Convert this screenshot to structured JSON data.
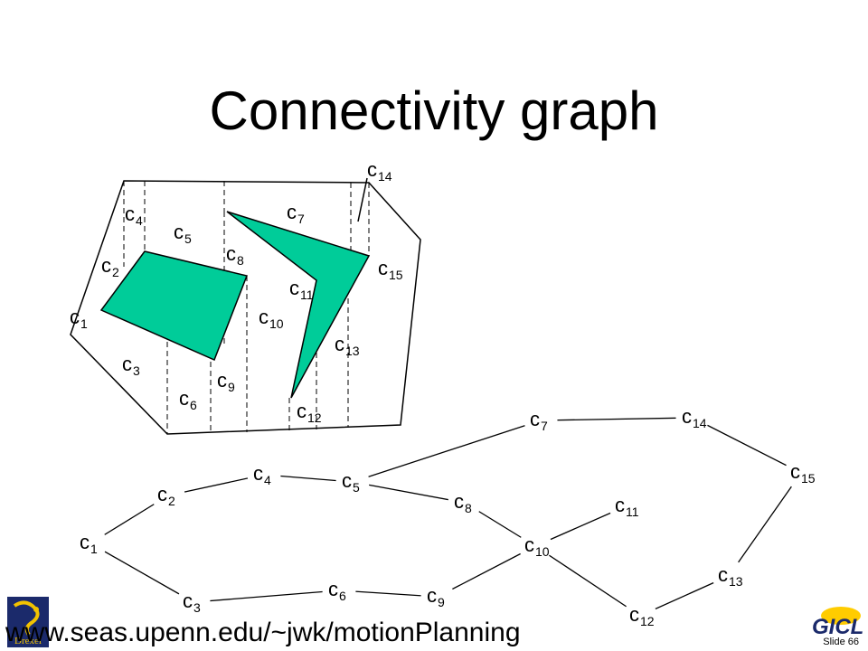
{
  "slide": {
    "title": "Connectivity graph",
    "url": "www.seas.upenn.edu/~jwk/motionPlanning",
    "slide_number": "Slide 66",
    "logos": {
      "left": "Drexel",
      "right": "GICL"
    }
  },
  "cells": [
    {
      "id": "c1",
      "sub": "1"
    },
    {
      "id": "c2",
      "sub": "2"
    },
    {
      "id": "c3",
      "sub": "3"
    },
    {
      "id": "c4",
      "sub": "4"
    },
    {
      "id": "c5",
      "sub": "5"
    },
    {
      "id": "c6",
      "sub": "6"
    },
    {
      "id": "c7",
      "sub": "7"
    },
    {
      "id": "c8",
      "sub": "8"
    },
    {
      "id": "c9",
      "sub": "9"
    },
    {
      "id": "c10",
      "sub": "10"
    },
    {
      "id": "c11",
      "sub": "11"
    },
    {
      "id": "c12",
      "sub": "12"
    },
    {
      "id": "c13",
      "sub": "13"
    },
    {
      "id": "c14",
      "sub": "14"
    },
    {
      "id": "c15",
      "sub": "15"
    }
  ],
  "edges": [
    [
      "c1",
      "c2"
    ],
    [
      "c1",
      "c3"
    ],
    [
      "c2",
      "c4"
    ],
    [
      "c4",
      "c5"
    ],
    [
      "c5",
      "c7"
    ],
    [
      "c5",
      "c8"
    ],
    [
      "c7",
      "c14"
    ],
    [
      "c14",
      "c15"
    ],
    [
      "c15",
      "c13"
    ],
    [
      "c13",
      "c12"
    ],
    [
      "c12",
      "c10"
    ],
    [
      "c10",
      "c11"
    ],
    [
      "c10",
      "c8"
    ],
    [
      "c10",
      "c9"
    ],
    [
      "c9",
      "c6"
    ],
    [
      "c6",
      "c3"
    ]
  ],
  "colors": {
    "obstacle": "#00cc99",
    "line": "#000000",
    "background": "#ffffff"
  }
}
